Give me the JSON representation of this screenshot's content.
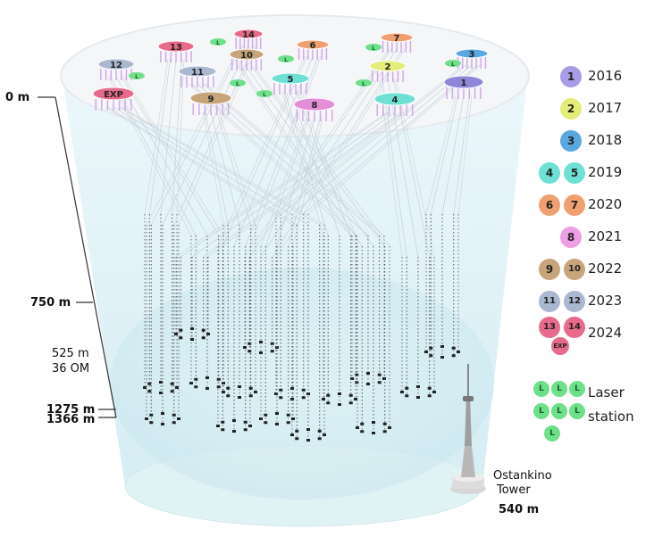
{
  "depth_labels": {
    "surface": "0 m",
    "d750": "750 m",
    "string_len": "525 m",
    "om_count": "36 OM",
    "d1275": "1275 m",
    "d1366": "1366 m"
  },
  "tower": {
    "name_line1": "Ostankino",
    "name_line2": "Tower",
    "height": "540 m"
  },
  "clusters": [
    {
      "label": "13",
      "color": "#e86a8a"
    },
    {
      "label": "14",
      "color": "#e86a8a"
    },
    {
      "label": "12",
      "color": "#a9b8d0"
    },
    {
      "label": "6",
      "color": "#f0a070"
    },
    {
      "label": "7",
      "color": "#f0a070"
    },
    {
      "label": "3",
      "color": "#5aa8e0"
    },
    {
      "label": "EXP",
      "color": "#e86a8a"
    },
    {
      "label": "11",
      "color": "#a9b8d0"
    },
    {
      "label": "10",
      "color": "#c7a47a"
    },
    {
      "label": "2",
      "color": "#e4ec7a"
    },
    {
      "label": "1",
      "color": "#8f86d8"
    },
    {
      "label": "9",
      "color": "#c7a47a"
    },
    {
      "label": "5",
      "color": "#6fe0d4"
    },
    {
      "label": "8",
      "color": "#e48ed8"
    },
    {
      "label": "4",
      "color": "#6fe0d4"
    }
  ],
  "legend": [
    {
      "year": "2016",
      "badges": [
        {
          "t": "1",
          "c": "#a99be6"
        }
      ]
    },
    {
      "year": "2017",
      "badges": [
        {
          "t": "2",
          "c": "#e4ec7a"
        }
      ]
    },
    {
      "year": "2018",
      "badges": [
        {
          "t": "3",
          "c": "#5aa8e0"
        }
      ]
    },
    {
      "year": "2019",
      "badges": [
        {
          "t": "4",
          "c": "#6fe0d4"
        },
        {
          "t": "5",
          "c": "#6fe0d4"
        }
      ]
    },
    {
      "year": "2020",
      "badges": [
        {
          "t": "6",
          "c": "#f0a070"
        },
        {
          "t": "7",
          "c": "#f0a070"
        }
      ]
    },
    {
      "year": "2021",
      "badges": [
        {
          "t": "8",
          "c": "#ee9ee4"
        }
      ]
    },
    {
      "year": "2022",
      "badges": [
        {
          "t": "9",
          "c": "#c7a47a"
        },
        {
          "t": "10",
          "c": "#c7a47a"
        }
      ]
    },
    {
      "year": "2023",
      "badges": [
        {
          "t": "11",
          "c": "#a9b8d0"
        },
        {
          "t": "12",
          "c": "#a9b8d0"
        }
      ]
    },
    {
      "year": "2024",
      "badges": [
        {
          "t": "13",
          "c": "#e86a8a"
        },
        {
          "t": "14",
          "c": "#e86a8a"
        },
        {
          "t": "EXP",
          "c": "#e86a8a"
        }
      ]
    }
  ],
  "laser": {
    "line1": "Laser",
    "line2": "station",
    "badge_text": "L",
    "badge_color": "#6ee08a",
    "badge_count": 7,
    "marker_count": 8
  }
}
